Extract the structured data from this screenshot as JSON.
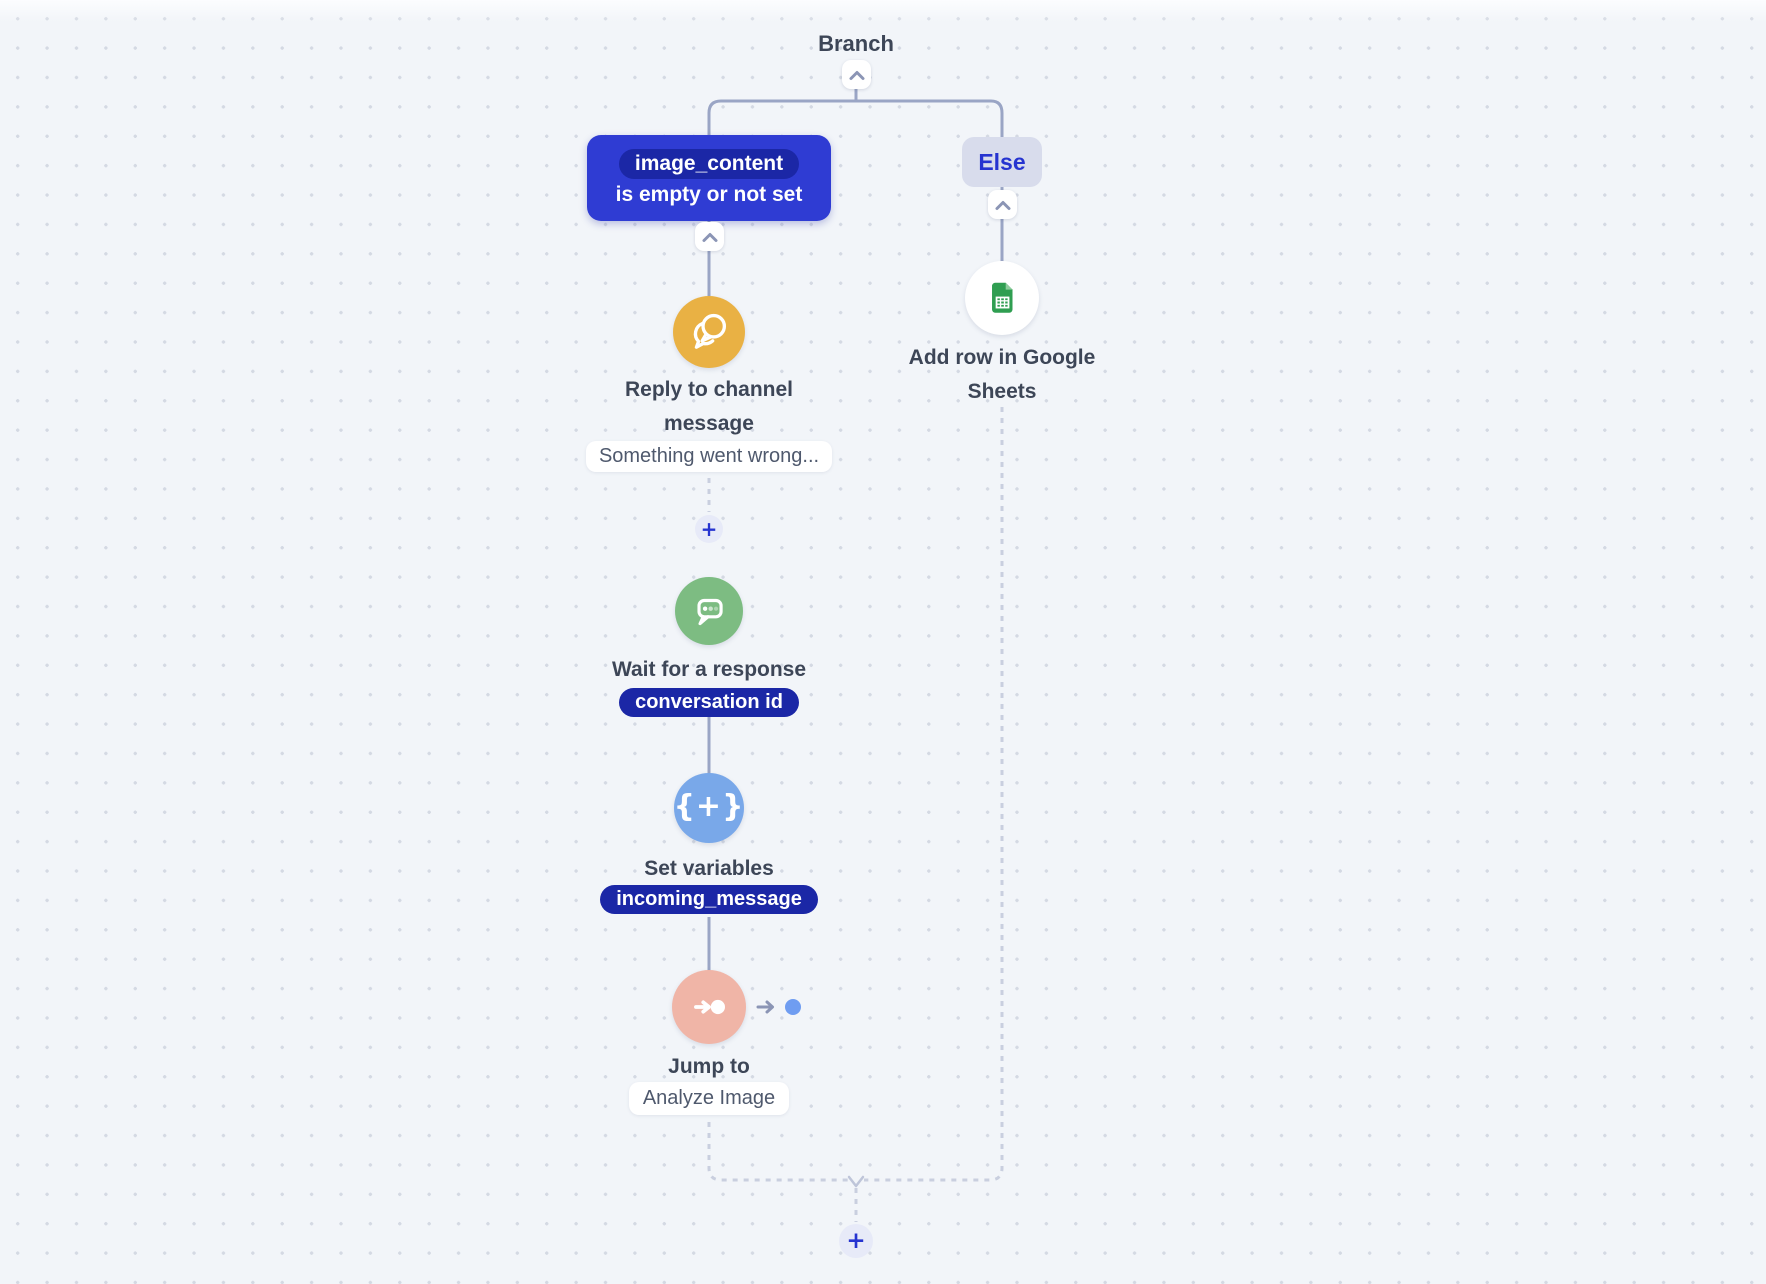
{
  "colors": {
    "bg": "#f2f5f9",
    "dot": "#d4d9e3",
    "line": "#9aa5c5",
    "dash": "#c9cfdf",
    "node-blue": "#2f3cd3",
    "pill-navy": "#1b27a6",
    "accent-blue": "#2634d0",
    "plus-bg": "#e7eaf8",
    "amber": "#e9b144",
    "green": "#7dbc82",
    "sky": "#79a8e9",
    "salmon": "#f0b5a7",
    "mini-dot": "#6f9df1",
    "chevron": "#8b95b5",
    "text-dark": "#3d4657",
    "text-soft": "#4f596d",
    "else-bg": "#d8dcec",
    "sheets-green": "#2f9e51",
    "sheets-fold": "#8ecd9d"
  },
  "branch": {
    "title": "Branch",
    "collapse_icon": "chevron-up-icon"
  },
  "condition_node": {
    "variable": "image_content",
    "text": "is empty or not set",
    "collapse_icon": "chevron-up-icon"
  },
  "else_node": {
    "label": "Else",
    "collapse_icon": "chevron-up-icon"
  },
  "reply_node": {
    "icon": "chat-bubbles-icon",
    "title": "Reply to channel message",
    "subtitle": "Something went wrong..."
  },
  "wait_node": {
    "icon": "typing-bubble-icon",
    "title": "Wait for a response",
    "badge": "conversation id"
  },
  "set_variables_node": {
    "icon": "braces-plus-icon",
    "braces_glyph": "{+}",
    "title": "Set variables",
    "badge": "incoming_message"
  },
  "jump_node": {
    "icon": "jump-arrow-icon",
    "out_icon": "jump-out-connector-icon",
    "title": "Jump to",
    "target": "Analyze Image"
  },
  "sheets_node": {
    "icon": "google-sheets-icon",
    "title": "Add row in Google Sheets"
  },
  "add_buttons": {
    "mid": "+",
    "bottom": "+"
  }
}
